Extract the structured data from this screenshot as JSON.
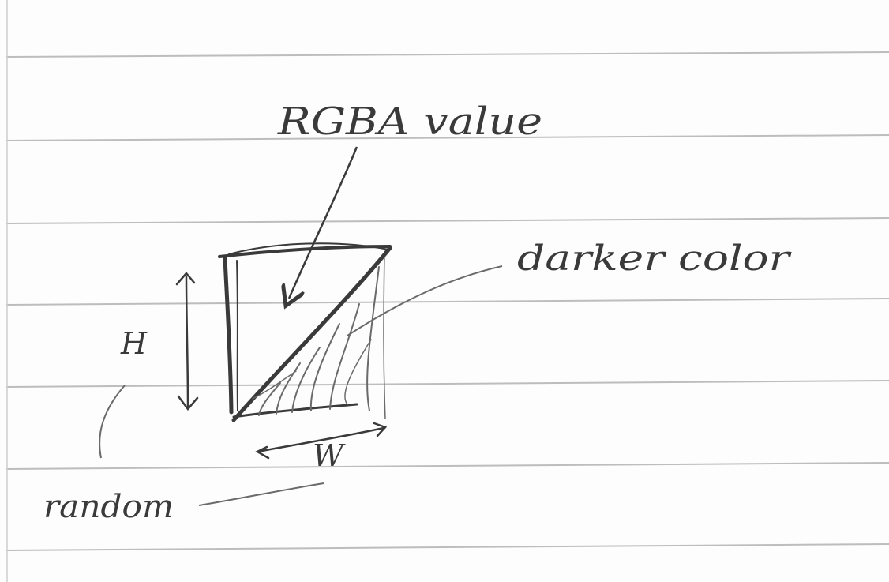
{
  "labels": {
    "rgba": "RGBA value",
    "darker": "darker color",
    "height": "H",
    "width": "W",
    "random": "random"
  },
  "colors": {
    "paper": "#fdfdfd",
    "rule_line": "#bdbdbd",
    "margin_line": "#cfcfcf",
    "ink": "#3a3a3a",
    "ink_light": "#6a6a6a"
  }
}
